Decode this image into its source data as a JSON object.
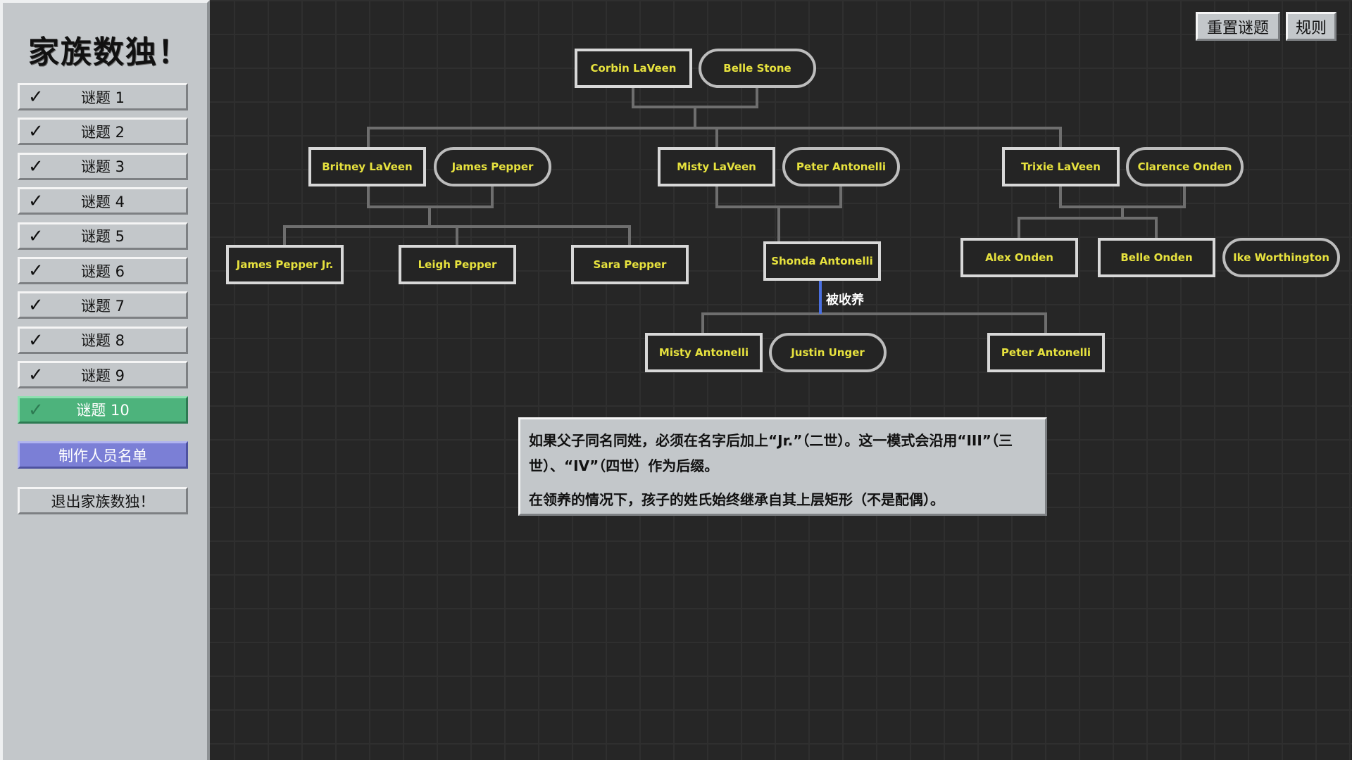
{
  "sidebar": {
    "title": "家族数独！",
    "puzzles": [
      {
        "label": "谜题 1",
        "done": true
      },
      {
        "label": "谜题 2",
        "done": true
      },
      {
        "label": "谜题 3",
        "done": true
      },
      {
        "label": "谜题 4",
        "done": true
      },
      {
        "label": "谜题 5",
        "done": true
      },
      {
        "label": "谜题 6",
        "done": true
      },
      {
        "label": "谜题 7",
        "done": true
      },
      {
        "label": "谜题 8",
        "done": true
      },
      {
        "label": "谜题 9",
        "done": true
      },
      {
        "label": "谜题 10",
        "done": true,
        "active": true
      }
    ],
    "check": "✓",
    "credits": "制作人员名单",
    "exit": "退出家族数独！"
  },
  "toolbar": {
    "reset": "重置谜题",
    "rules": "规则"
  },
  "tree": {
    "corbin": "Corbin LaVeen",
    "belle_stone": "Belle Stone",
    "britney": "Britney LaVeen",
    "james_pepper": "James Pepper",
    "misty_laveen": "Misty LaVeen",
    "peter_antonelli": "Peter Antonelli",
    "trixie": "Trixie LaVeen",
    "clarence": "Clarence Onden",
    "james_jr": "James Pepper Jr.",
    "leigh": "Leigh Pepper",
    "sara": "Sara Pepper",
    "shonda": "Shonda Antonelli",
    "alex": "Alex Onden",
    "belle_onden": "Belle Onden",
    "ike": "Ike Worthington",
    "adopted_label": "被收养",
    "misty_antonelli": "Misty Antonelli",
    "justin": "Justin Unger",
    "peter_antonelli_2": "Peter Antonelli"
  },
  "info": {
    "line1": "如果父子同名同姓，必须在名字后加上“Jr.”（二世）。这一模式会沿用“III”（三世）、“IV”（四世）作为后缀。",
    "line2": "在领养的情况下，孩子的姓氏始终继承自其上层矩形（不是配偶）。"
  },
  "colors": {
    "accent_green": "#4db37c",
    "credits_purple": "#7b7fd6",
    "name_yellow": "#e7e23e",
    "adopt_blue": "#4a6fe0"
  }
}
